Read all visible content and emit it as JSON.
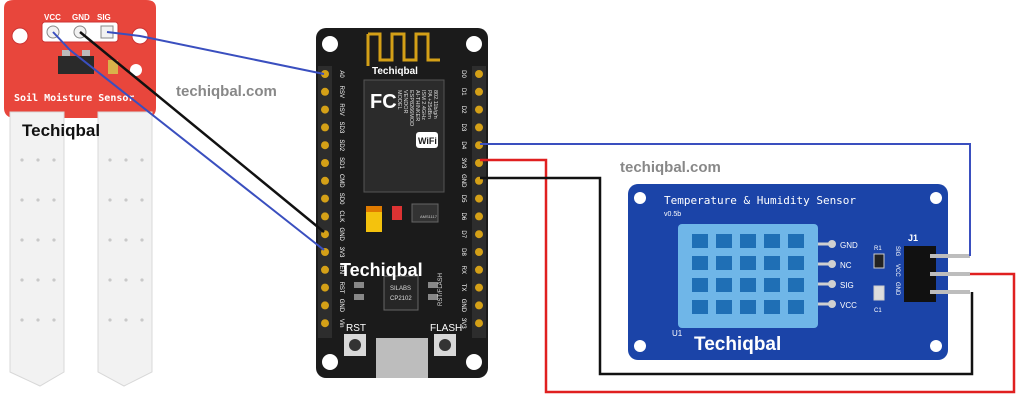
{
  "soil_sensor": {
    "title": "Soil Moisture Sensor",
    "pins": [
      "VCC",
      "GND",
      "SIG"
    ],
    "brand": "Techiqbal",
    "color": "#e8463c"
  },
  "nodemcu": {
    "brand_top": "Techiqbal",
    "brand_mid": "Techiqbal",
    "module_lines": [
      "MODEL",
      "VENDOR",
      "ESP8266MOD",
      "AI-THINKER",
      "ISM 2.4GHz",
      "PA +25dBm",
      "802.11b/g/n"
    ],
    "fcc": "FC",
    "wifi": "WiFi",
    "left_pins": [
      "A0",
      "RSV",
      "RSV",
      "SD3",
      "SD2",
      "SD1",
      "CMD",
      "SD0",
      "CLK",
      "GND",
      "3V3",
      "EN",
      "RST",
      "GND",
      "Vin"
    ],
    "right_pins": [
      "D0",
      "D1",
      "D2",
      "D3",
      "D4",
      "3V3",
      "GND",
      "D5",
      "D6",
      "D7",
      "D8",
      "RX",
      "TX",
      "GND",
      "3V3"
    ],
    "chip_lines": [
      "SILABS",
      "CP2102"
    ],
    "reg": "AMS1117",
    "side_text": "RST/FLASH",
    "btn_rst": "RST",
    "btn_flash": "FLASH"
  },
  "dht_module": {
    "title": "Temperature & Humidity Sensor",
    "version": "v0.5b",
    "pins": [
      "GND",
      "NC",
      "SIG",
      "VCC"
    ],
    "header_label": "J1",
    "header_pins": [
      "SIG",
      "VCC",
      "GND"
    ],
    "r1": "R1",
    "c1": "C1",
    "u1": "U1",
    "brand": "Techiqbal"
  },
  "watermarks": [
    "techiqbal.com",
    "techiqbal.com"
  ],
  "wire_colors": {
    "signal": "#3a4fbf",
    "ground": "#111111",
    "power": "#e02020"
  }
}
